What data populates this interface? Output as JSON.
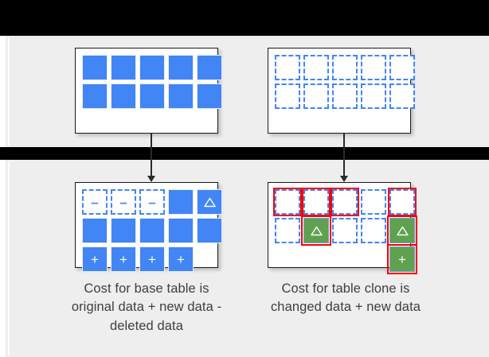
{
  "figure": {
    "background_color": "#eeeeee",
    "page_color": "#000000",
    "accent_blue": "#4285f4",
    "accent_green": "#5fa14f",
    "highlight_red": "#ff0000",
    "text_color": "#3c4043"
  },
  "tables": {
    "base_original": {
      "name": "base-table-original",
      "columns": 5,
      "rows": [
        [
          {
            "state": "filled",
            "glyph": ""
          },
          {
            "state": "filled",
            "glyph": ""
          },
          {
            "state": "filled",
            "glyph": ""
          },
          {
            "state": "filled",
            "glyph": ""
          },
          {
            "state": "filled",
            "glyph": ""
          }
        ],
        [
          {
            "state": "filled",
            "glyph": ""
          },
          {
            "state": "filled",
            "glyph": ""
          },
          {
            "state": "filled",
            "glyph": ""
          },
          {
            "state": "filled",
            "glyph": ""
          },
          {
            "state": "filled",
            "glyph": ""
          }
        ]
      ]
    },
    "clone_original": {
      "name": "table-clone-original",
      "columns": 5,
      "rows": [
        [
          {
            "state": "dashed",
            "glyph": ""
          },
          {
            "state": "dashed",
            "glyph": ""
          },
          {
            "state": "dashed",
            "glyph": ""
          },
          {
            "state": "dashed",
            "glyph": ""
          },
          {
            "state": "dashed",
            "glyph": ""
          }
        ],
        [
          {
            "state": "dashed",
            "glyph": ""
          },
          {
            "state": "dashed",
            "glyph": ""
          },
          {
            "state": "dashed",
            "glyph": ""
          },
          {
            "state": "dashed",
            "glyph": ""
          },
          {
            "state": "dashed",
            "glyph": ""
          }
        ]
      ]
    },
    "base_after": {
      "name": "base-table-after",
      "columns": 5,
      "rows": [
        [
          {
            "state": "dashed",
            "glyph": "minus",
            "ring": false
          },
          {
            "state": "dashed",
            "glyph": "minus",
            "ring": false
          },
          {
            "state": "dashed",
            "glyph": "minus",
            "ring": false
          },
          {
            "state": "filled",
            "glyph": "",
            "ring": false
          },
          {
            "state": "filled",
            "glyph": "triangle",
            "ring": false
          }
        ],
        [
          {
            "state": "filled",
            "glyph": "",
            "ring": false
          },
          {
            "state": "filled",
            "glyph": "",
            "ring": false
          },
          {
            "state": "filled",
            "glyph": "",
            "ring": false
          },
          {
            "state": "filled",
            "glyph": "",
            "ring": false
          },
          {
            "state": "filled",
            "glyph": "",
            "ring": false
          }
        ],
        [
          {
            "state": "filled",
            "glyph": "plus",
            "ring": false
          },
          {
            "state": "filled",
            "glyph": "plus",
            "ring": false
          },
          {
            "state": "filled",
            "glyph": "plus",
            "ring": false
          },
          {
            "state": "filled",
            "glyph": "plus",
            "ring": false
          },
          {
            "state": "empty",
            "glyph": "",
            "ring": false
          }
        ]
      ]
    },
    "clone_after": {
      "name": "table-clone-after",
      "columns": 5,
      "rows": [
        [
          {
            "state": "dashed",
            "glyph": "",
            "ring": true
          },
          {
            "state": "dashed",
            "glyph": "",
            "ring": true
          },
          {
            "state": "dashed",
            "glyph": "",
            "ring": true
          },
          {
            "state": "dashed",
            "glyph": "",
            "ring": false
          },
          {
            "state": "dashed",
            "glyph": "",
            "ring": true
          }
        ],
        [
          {
            "state": "dashed",
            "glyph": "",
            "ring": false
          },
          {
            "state": "green",
            "glyph": "triangle",
            "ring": true
          },
          {
            "state": "dashed",
            "glyph": "",
            "ring": false
          },
          {
            "state": "dashed",
            "glyph": "",
            "ring": false
          },
          {
            "state": "green",
            "glyph": "triangle",
            "ring": true
          }
        ],
        [
          {
            "state": "empty",
            "glyph": "",
            "ring": false
          },
          {
            "state": "empty",
            "glyph": "",
            "ring": false
          },
          {
            "state": "empty",
            "glyph": "",
            "ring": false
          },
          {
            "state": "empty",
            "glyph": "",
            "ring": false
          },
          {
            "state": "green",
            "glyph": "plus",
            "ring": true
          }
        ]
      ]
    }
  },
  "captions": {
    "base": "Cost for base table is original data + new data - deleted data",
    "clone": "Cost for table clone is changed data + new data"
  },
  "glyphs": {
    "minus": "–",
    "plus": "+",
    "triangle": "triangle-outline-icon"
  }
}
